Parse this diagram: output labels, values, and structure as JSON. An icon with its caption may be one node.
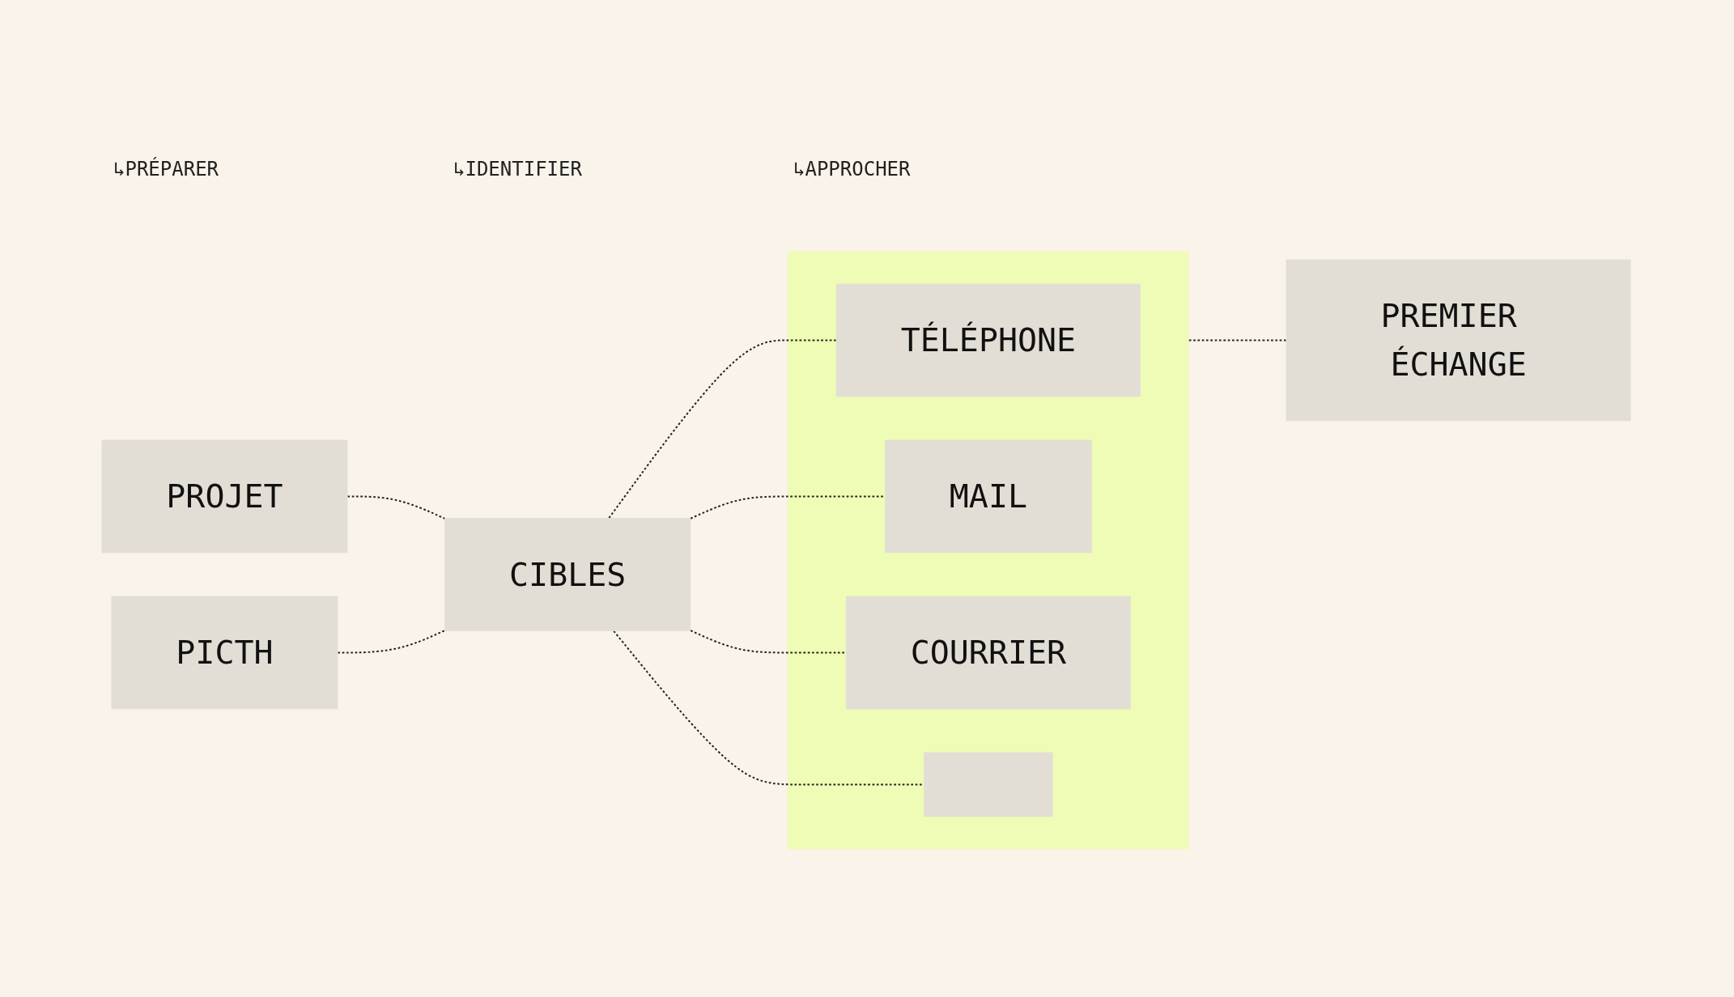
{
  "diagram": {
    "nodes": [
      {
        "text": [
          "PROJET"
        ]
      },
      {
        "text": [
          "PICTH"
        ]
      },
      {
        "text": [
          "CIBLES"
        ]
      },
      {
        "text": [],
        "shape": "box"
      },
      {
        "text": [
          "TÉLÉPHONE"
        ],
        "in": 3
      },
      {
        "text": [
          "MAIL"
        ],
        "in": 3
      },
      {
        "text": [
          "COURRIER"
        ],
        "in": 3
      },
      {
        "text": [],
        "shape": "box",
        "in": 3
      },
      {
        "text": [
          "PREMIER ÉCHANGE"
        ]
      }
    ],
    "edges": [
      {
        "from": 0,
        "to": 2,
        "arrow": "none",
        "style": "dashed"
      },
      {
        "from": 1,
        "to": 2,
        "arrow": "none",
        "style": "dashed"
      },
      {
        "from": 2,
        "to": 4,
        "arrow": "none",
        "style": "dashed"
      },
      {
        "from": 2,
        "to": 5,
        "arrow": "none",
        "style": "dashed"
      },
      {
        "from": 2,
        "to": 6,
        "arrow": "none",
        "style": "dashed"
      },
      {
        "from": 2,
        "to": 7,
        "arrow": "none",
        "style": "dashed"
      },
      {
        "from": 3,
        "to": 8,
        "arrow": "none",
        "style": "dashed"
      }
    ],
    "labels": [
      "↳PRÉPARER",
      "↳IDENTIFIER",
      "↳APPROCHER"
    ]
  }
}
